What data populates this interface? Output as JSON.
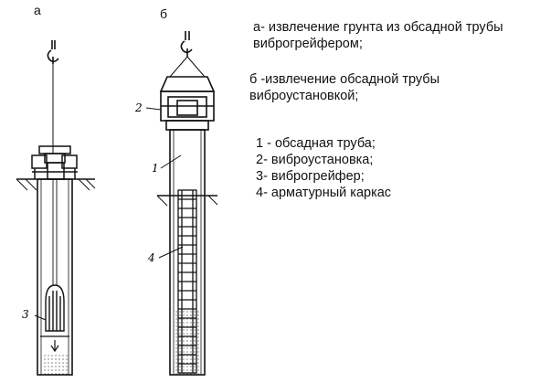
{
  "panels": {
    "a": "а",
    "b": "б"
  },
  "captions": {
    "a_line1": "а- извлечение грунта из обсадной трубы",
    "a_line2": "виброгрейфером;",
    "b_line1": "б -извлечение обсадной трубы",
    "b_line2": "виброустановкой;"
  },
  "legend": [
    "1 - обсадная труба;",
    "2- виброустановка;",
    "3- виброгрейфер;",
    "4- арматурный каркас"
  ],
  "callouts": {
    "one": "1",
    "two": "2",
    "three": "3",
    "four": "4"
  },
  "colors": {
    "ink": "#111111",
    "background": "#ffffff"
  }
}
